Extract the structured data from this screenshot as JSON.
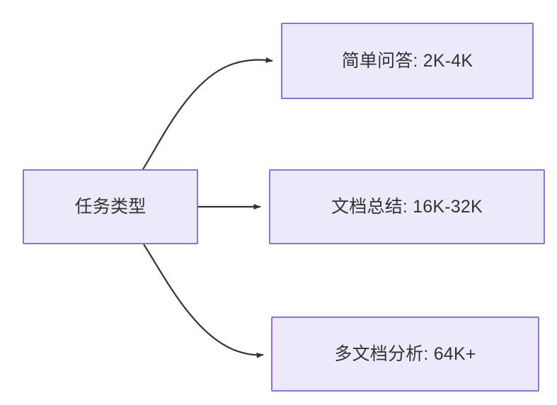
{
  "diagram": {
    "type": "flowchart",
    "direction": "left-to-right",
    "theme": {
      "node_fill": "#ECE9FB",
      "node_border": "#9072D4",
      "edge_color": "#333333",
      "label_color": "#333333",
      "background": "#ffffff"
    },
    "root": {
      "id": "task-type",
      "label": "任务类型"
    },
    "branches": [
      {
        "id": "simple-qa",
        "label": "简单问答: 2K-4K",
        "task": "简单问答",
        "context_length": "2K-4K",
        "edge_style": "curved-up",
        "arrowhead": "filled-triangle"
      },
      {
        "id": "doc-summary",
        "label": "文档总结: 16K-32K",
        "task": "文档总结",
        "context_length": "16K-32K",
        "edge_style": "straight",
        "arrowhead": "filled-triangle"
      },
      {
        "id": "multi-doc",
        "label": "多文档分析: 64K+",
        "task": "多文档分析",
        "context_length": "64K+",
        "edge_style": "curved-down",
        "arrowhead": "filled-triangle"
      }
    ]
  }
}
